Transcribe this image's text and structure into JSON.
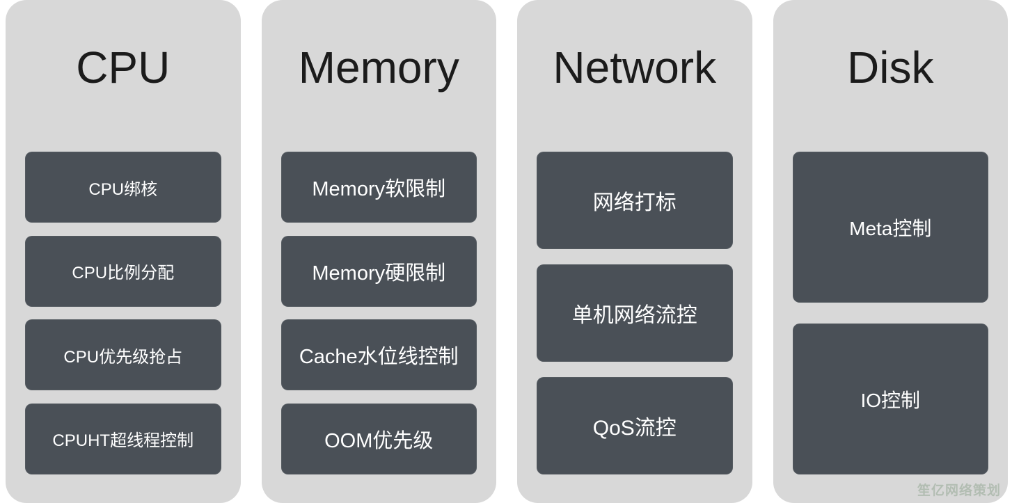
{
  "columns": [
    {
      "title": "CPU",
      "items": [
        "CPU绑核",
        "CPU比例分配",
        "CPU优先级抢占",
        "CPUHT超线程控制"
      ]
    },
    {
      "title": "Memory",
      "items": [
        "Memory软限制",
        "Memory硬限制",
        "Cache水位线控制",
        "OOM优先级"
      ]
    },
    {
      "title": "Network",
      "items": [
        "网络打标",
        "单机网络流控",
        "QoS流控"
      ]
    },
    {
      "title": "Disk",
      "items": [
        "Meta控制",
        "IO控制"
      ]
    }
  ],
  "watermark": "笙亿网络策划",
  "colors": {
    "column_background": "#d8d8d8",
    "node_background": "#4a5057",
    "node_text": "#ffffff",
    "title_text": "#1b1b1b"
  }
}
